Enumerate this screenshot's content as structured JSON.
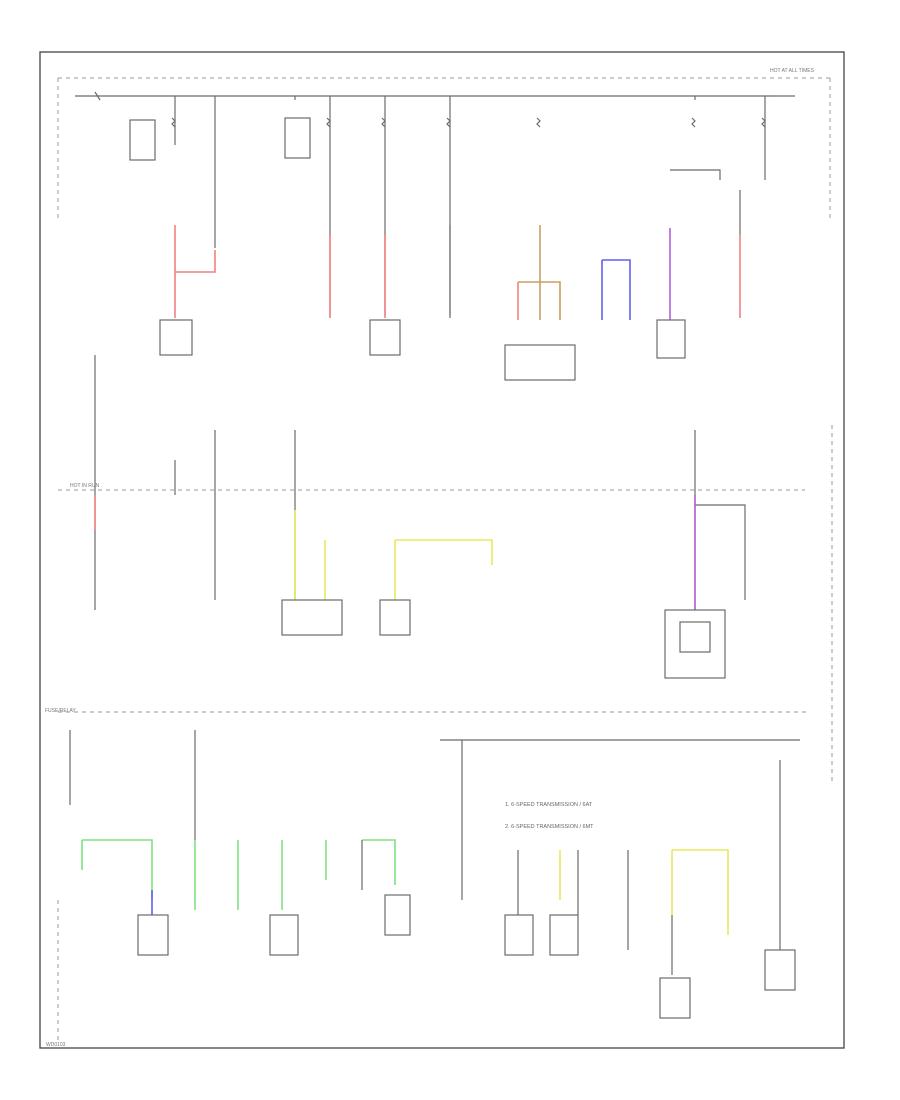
{
  "diagram": {
    "section_labels": {
      "top_right": "HOT AT ALL TIMES",
      "middle_left": "HOT IN RUN",
      "bottom_left": "FUSE/RELAY"
    },
    "legend": {
      "line1": "1. 6-SPEED TRANSMISSION / 6AT",
      "line2": "2. 6-SPEED TRANSMISSION / 6MT"
    },
    "colors": {
      "frame": "#444444",
      "wire": "#6b6b6b",
      "pink": "#f08080",
      "tan": "#c8a060",
      "blue": "#6060f0",
      "purple": "#b060e0",
      "yellow": "#e8e860",
      "green": "#80e080"
    },
    "footer_code": "WD0103"
  }
}
